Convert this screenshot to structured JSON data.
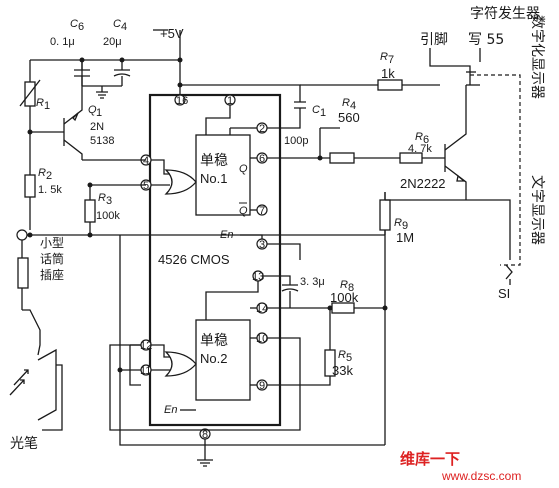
{
  "title": "",
  "labels": {
    "char_gen": "字符发生器",
    "pin": "引脚",
    "write55": "写 55",
    "digital_display": "数字化显示器",
    "text_display": "文字显示器",
    "si": "SI",
    "c6": "C",
    "c6_sub": "6",
    "c6_val": "0. 1μ",
    "c4": "C",
    "c4_sub": "4",
    "c4_val": "20μ",
    "vcc": "+5V",
    "r1": "R",
    "r1_sub": "1",
    "q1": "Q",
    "q1_sub": "1",
    "q1_type1": "2N",
    "q1_type2": "5138",
    "r2": "R",
    "r2_sub": "2",
    "r2_val": "1. 5k",
    "r3": "R",
    "r3_sub": "3",
    "r3_val": "100k",
    "jack1": "小型",
    "jack2": "话筒",
    "jack3": "插座",
    "light_pen": "光笔",
    "ic": "4526 CMOS",
    "mono1_a": "单稳",
    "mono1_b": "No.1",
    "mono2_a": "单稳",
    "mono2_b": "No.2",
    "q_out": "Q",
    "qbar_out": "Q",
    "en1": "En",
    "en2": "En",
    "c1": "C",
    "c1_sub": "1",
    "c1_val": "100p",
    "r4": "R",
    "r4_sub": "4",
    "r4_val": "560",
    "r7": "R",
    "r7_sub": "7",
    "r7_val": "1k",
    "r6": "R",
    "r6_sub": "6",
    "r6_val": "4. 7k",
    "q2_type": "2N2222",
    "r9": "R",
    "r9_sub": "9",
    "r9_val": "1M",
    "c3_val": "3. 3μ",
    "r8": "R",
    "r8_sub": "8",
    "r8_val": "100k",
    "r5": "R",
    "r5_sub": "5",
    "r5_val": "33k",
    "pin_nums": [
      "16",
      "1",
      "2",
      "6",
      "7",
      "3",
      "13",
      "14",
      "10",
      "9",
      "11",
      "12",
      "4",
      "5",
      "8"
    ],
    "watermark1": "维库一下",
    "watermark2": "www.dzsc.com"
  }
}
